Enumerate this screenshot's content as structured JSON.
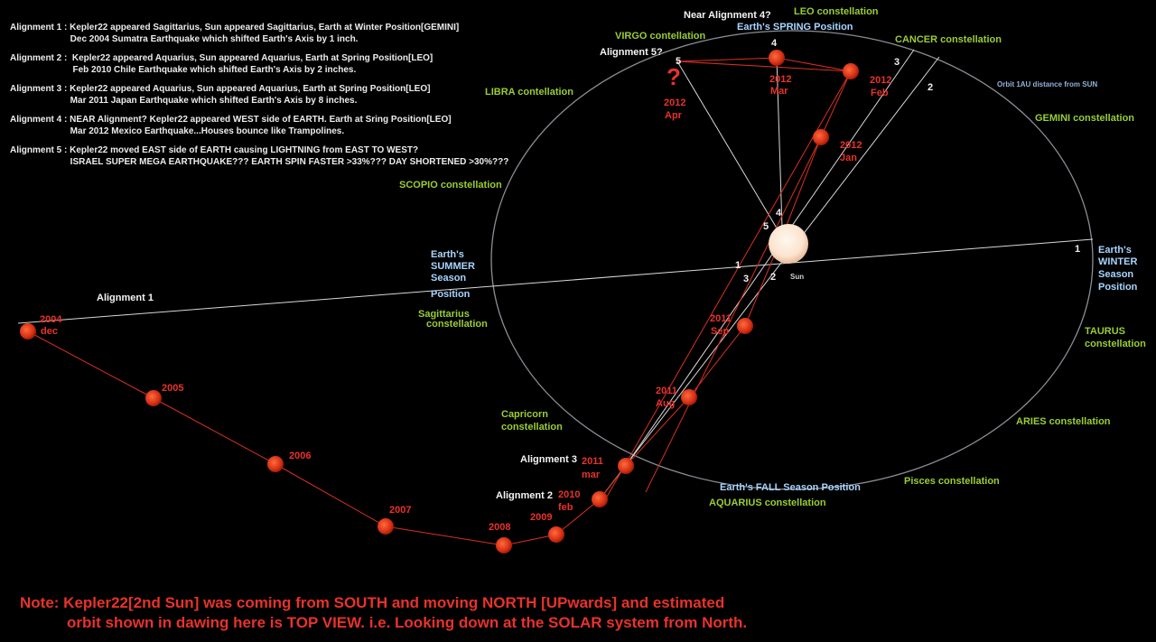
{
  "notes": [
    {
      "lines": [
        "Alignment 1 : Kepler22 appeared Sagittarius, Sun appeared Sagittarius, Earth at Winter Position[GEMINI]",
        "                        Dec 2004 Sumatra Earthquake which shifted Earth's Axis by 1 inch."
      ]
    },
    {
      "lines": [
        "Alignment 2 :  Kepler22 appeared Aquarius, Sun appeared Aquarius, Earth at Spring Position[LEO]",
        "                         Feb 2010 Chile Earthquake which shifted Earth's Axis by 2 inches."
      ]
    },
    {
      "lines": [
        "Alignment 3 : Kepler22 appeared Aquarius, Sun appeared Aquarius, Earth at Spring Position[LEO]",
        "                        Mar 2011 Japan Earthquake which shifted Earth's Axis by 8 inches."
      ]
    },
    {
      "lines": [
        "Alignment 4 : NEAR Alignment? Kepler22 appeared WEST side of EARTH. Earth at Sring Position[LEO]",
        "                        Mar 2012 Mexico Earthquake...Houses bounce like Trampolines."
      ]
    },
    {
      "lines": [
        "Alignment 5 : Kepler22 moved EAST side of EARTH causing LIGHTNING from EAST TO WEST?",
        "                        ISRAEL SUPER MEGA EARTHQUAKE??? EARTH SPIN FASTER >33%??? DAY SHORTENED >30%???"
      ]
    }
  ],
  "footnote": {
    "line1": "Note: Kepler22[2nd Sun] was coming from SOUTH and moving NORTH [UPwards] and estimated",
    "line2": "orbit shown in dawing here is TOP VIEW. i.e. Looking down at the SOLAR system from North."
  },
  "sun_label": "Sun",
  "orbit_label": "Orbit 1AU distance from SUN",
  "question_mark": "?",
  "constellations": {
    "leo": "LEO constellation",
    "virgo": "VIRGO contellation",
    "cancer": "CANCER  constellation",
    "libra": "LIBRA contellation",
    "gemini": "GEMINI  constellation",
    "scopio": "SCOPIO constellation",
    "sagittarius_1": "Sagittarius",
    "sagittarius_2": "constellation",
    "taurus_1": "TAURUS",
    "taurus_2": "constellation",
    "capricorn_1": "Capricorn",
    "capricorn_2": "constellation",
    "aries": "ARIES constellation",
    "pisces": "Pisces constellation",
    "aquarius": "AQUARIUS constellation"
  },
  "seasons": {
    "spring": "Earth's SPRING Position",
    "summer": [
      "Earth's",
      "SUMMER",
      "Season",
      "Position"
    ],
    "winter": [
      "Earth's",
      "WINTER",
      "Season",
      "Position"
    ],
    "fall": "Earth's FALL Season Position"
  },
  "alignments": {
    "a1": "Alignment 1",
    "a2": "Alignment 2",
    "a3": "Alignment 3",
    "a4": "Near Alignment 4?",
    "a5": "Alignment 5?"
  },
  "earth_numbers": {
    "n1": "1",
    "n2": "2",
    "n3": "3",
    "n4": "4",
    "n5": "5"
  },
  "kepler_points": [
    {
      "line1": "2004",
      "line2": "dec"
    },
    {
      "line1": "2005",
      "line2": ""
    },
    {
      "line1": "2006",
      "line2": ""
    },
    {
      "line1": "2007",
      "line2": ""
    },
    {
      "line1": "2008",
      "line2": ""
    },
    {
      "line1": "2009",
      "line2": ""
    },
    {
      "line1": "2010",
      "line2": "feb"
    },
    {
      "line1": "2011",
      "line2": "mar"
    },
    {
      "line1": "2011",
      "line2": "Aug"
    },
    {
      "line1": "2011",
      "line2": "Sep"
    },
    {
      "line1": "2012",
      "line2": "Jan"
    },
    {
      "line1": "2012",
      "line2": "Feb"
    },
    {
      "line1": "2012",
      "line2": "Mar"
    },
    {
      "line1": "2012",
      "line2": "Apr"
    }
  ],
  "colors": {
    "constellation": "#9acd32",
    "season": "#a8d4ff",
    "kepler": "#d8301f",
    "label_red": "#e8322a",
    "line": "#d0d0d0",
    "orbit": "#8a8f96"
  }
}
